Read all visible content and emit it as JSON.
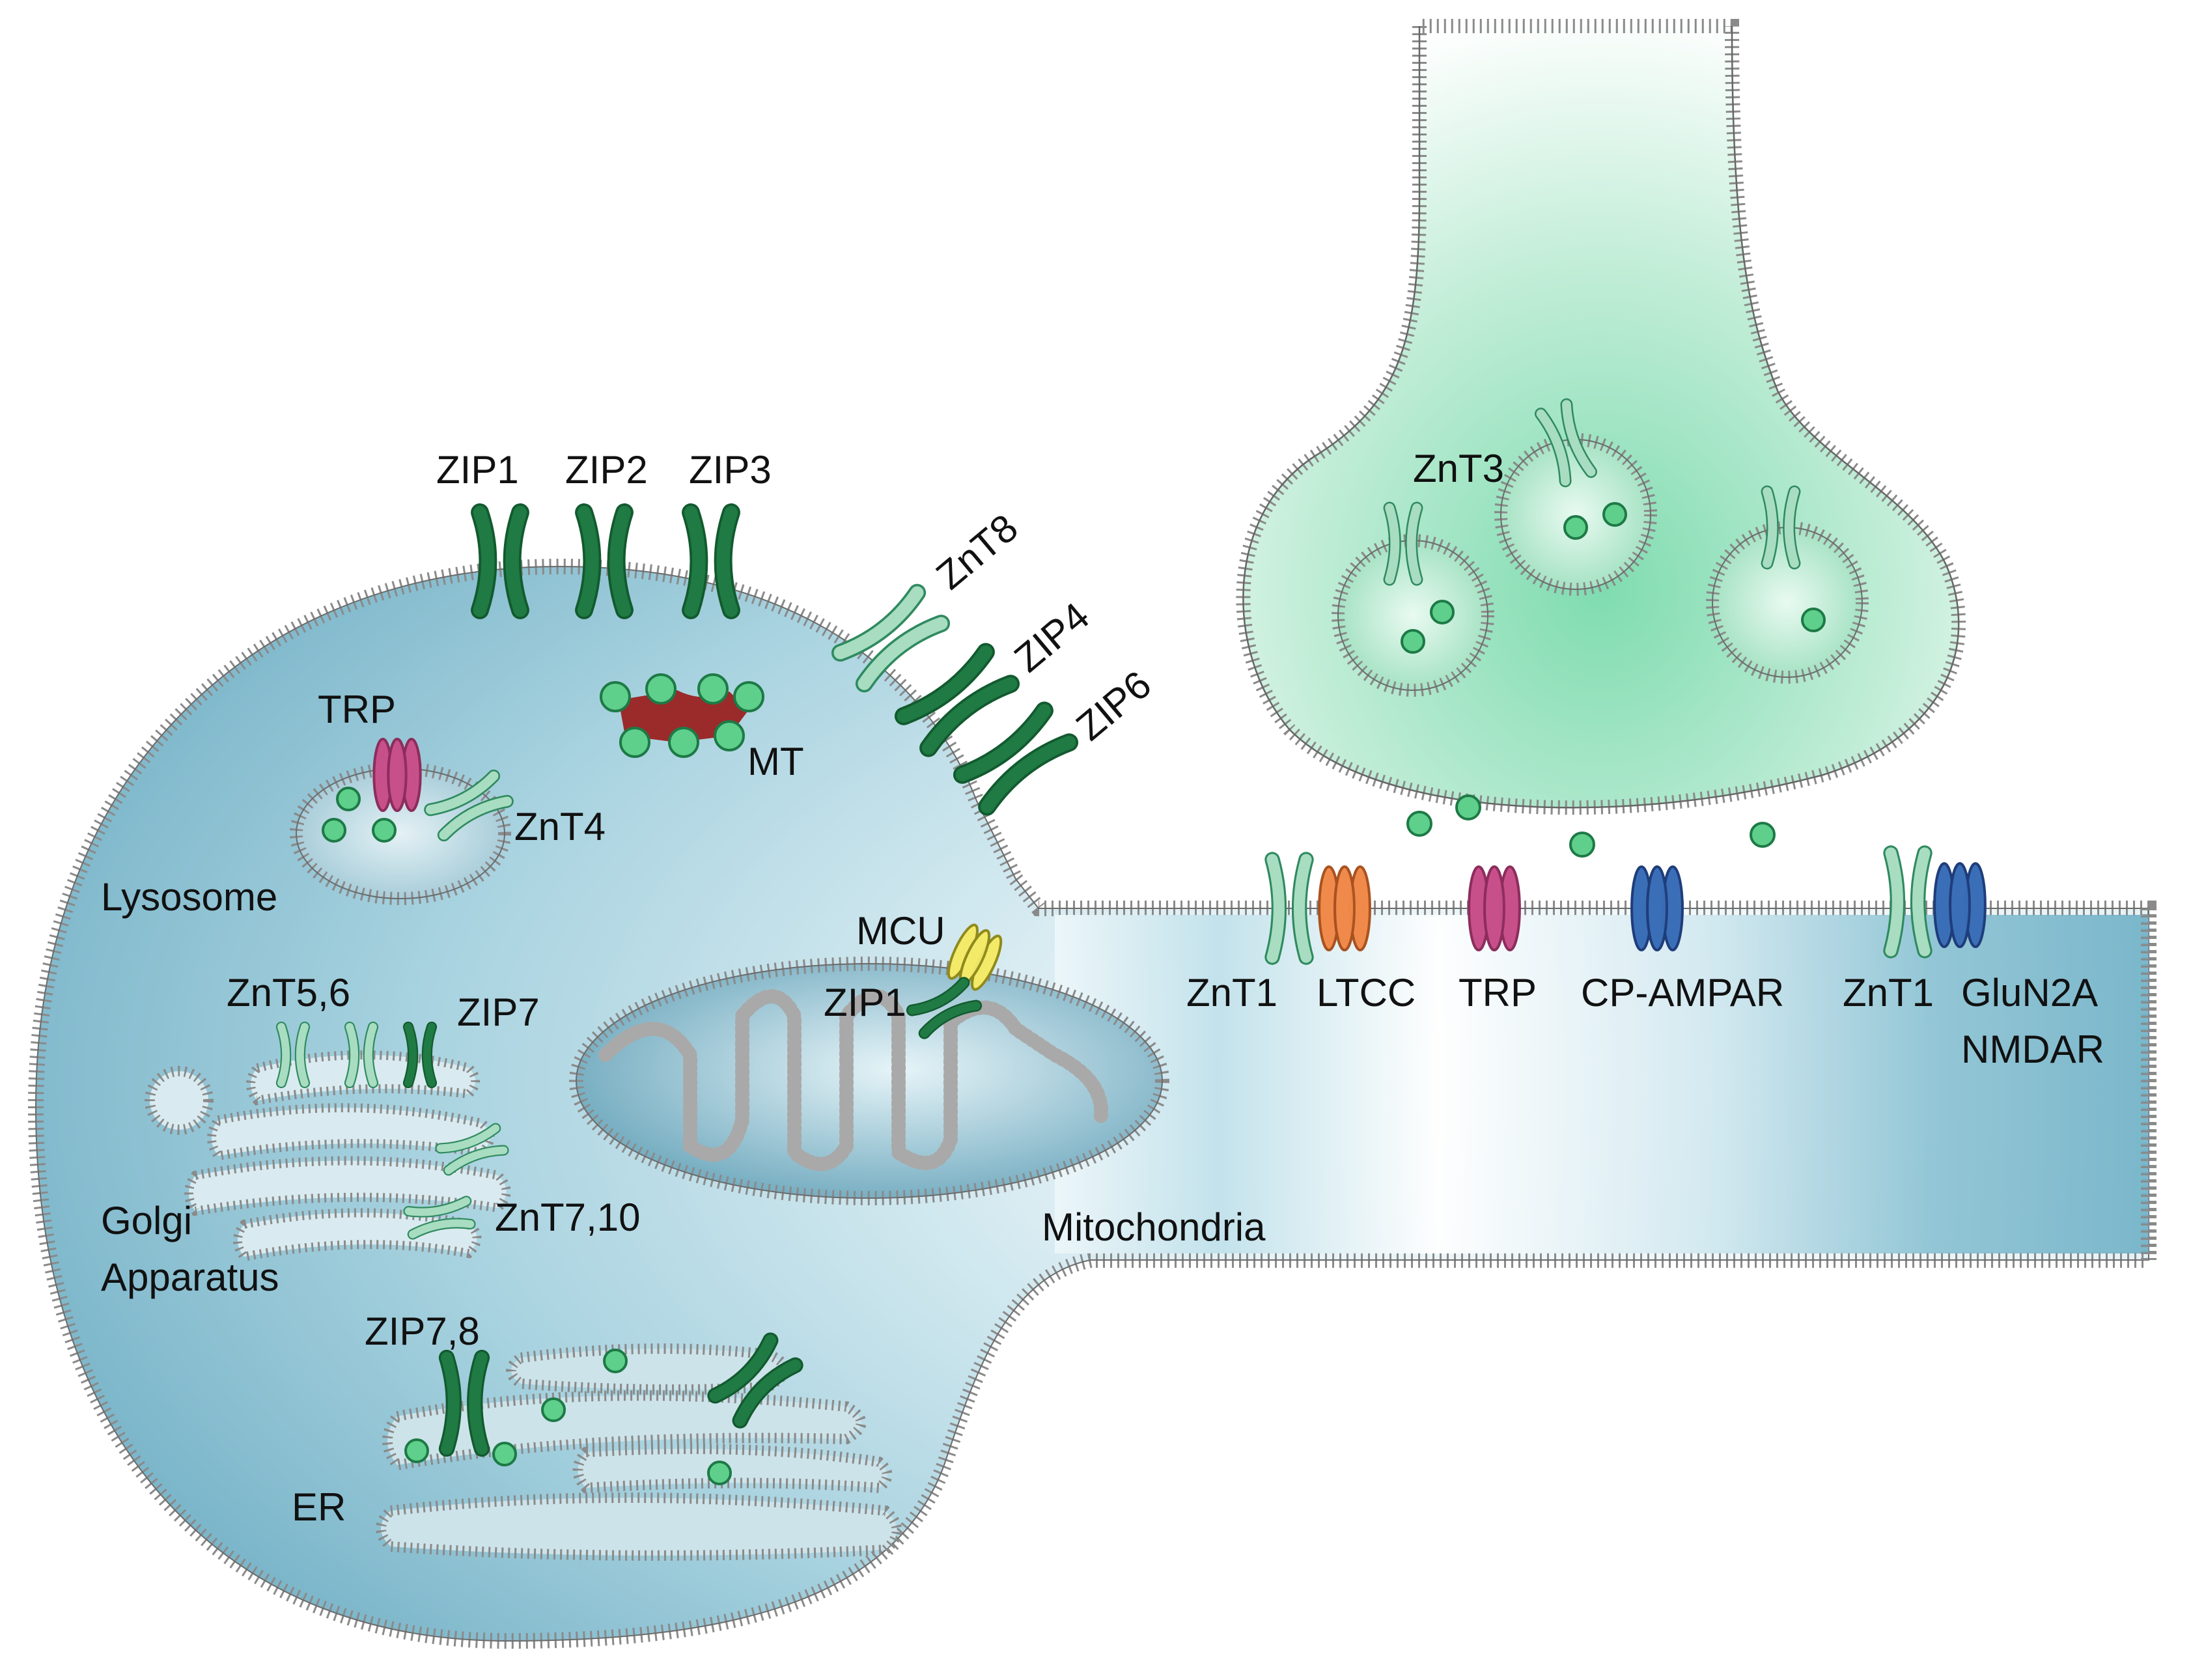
{
  "labels": {
    "zip1": "ZIP1",
    "zip2": "ZIP2",
    "zip3": "ZIP3",
    "znt8": "ZnT8",
    "zip4": "ZIP4",
    "zip6": "ZIP6",
    "trp_lyso": "TRP",
    "znt4": "ZnT4",
    "mt": "MT",
    "lysosome": "Lysosome",
    "znt56": "ZnT5,6",
    "zip7_golgi": "ZIP7",
    "golgi_line1": "Golgi",
    "golgi_line2": "Apparatus",
    "znt710": "ZnT7,10",
    "mcu": "MCU",
    "zip1_mito": "ZIP1",
    "mitochondria": "Mitochondria",
    "zip78": "ZIP7,8",
    "er": "ER",
    "znt3": "ZnT3",
    "znt1_a": "ZnT1",
    "ltcc": "LTCC",
    "trp_mem": "TRP",
    "cpampar": "CP-AMPAR",
    "znt1_b": "ZnT1",
    "glun2a": "GluN2A",
    "nmdar": "NMDAR"
  },
  "colors": {
    "zip_dark_green": "#1f7a43",
    "znt_light_green": "#a8ddc2",
    "trp_magenta": "#c8508a",
    "ltcc_orange": "#f08a4b",
    "ampar_blue": "#3a6fb8",
    "mcu_yellow": "#f3ea6a",
    "mt_red": "#9b2a2a",
    "zinc_green": "#5fcf8c",
    "cell_blue": "#6fb3c9",
    "presyn_green": "#7fdcb0"
  }
}
